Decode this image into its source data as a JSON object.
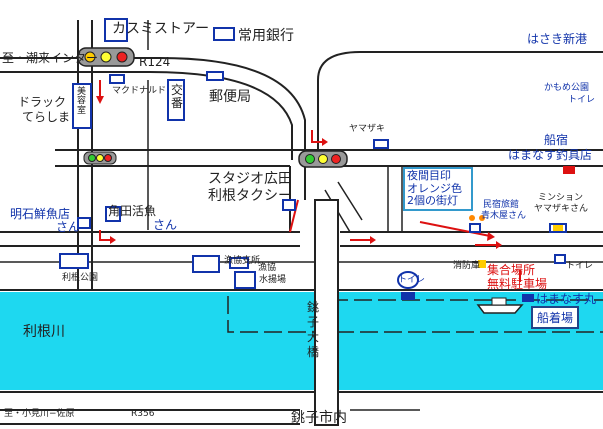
{
  "map": {
    "labels": {
      "kasumi_store": "カスミストアー",
      "joyo_bank": "常用銀行",
      "hasaki_port": "はさき新港",
      "to_itako": "至・潮来インター",
      "route124": "R124",
      "mcdonalds": "マクドナルド",
      "koban": "交番",
      "post_office": "郵便局",
      "drugstore_1": "ドラック",
      "drugstore_2": "てらしま",
      "beauty_salon": "美容室",
      "kamome_park_1": "かもめ公園",
      "kamome_park_2": "トイレ",
      "yamazaki": "ヤマザキ",
      "funayado_1": "船宿",
      "funayado_2": "はまなす釣具店",
      "studio_1": "スタジオ広田",
      "studio_2": "利根タクシー",
      "akashi_1": "明石鮮魚店",
      "akashi_2": "さん",
      "tsunoda_1": "角田活魚",
      "tsunoda_2": "さん",
      "minshuku_1": "民宿旅館",
      "minshuku_2": "青木屋さん",
      "mansion_1": "ミンション",
      "mansion_2": "ヤマザキさん",
      "fishery_branch": "漁協支所",
      "gyokyo_1": "漁協",
      "gyokyo_2": "水揚場",
      "tone_park": "利根公園",
      "fire_station": "消防庫",
      "toilet_1": "トイレ",
      "toilet_2": "トイレ",
      "meeting_1": "集合場所",
      "meeting_2": "無料駐車場",
      "boat": "はまなす丸",
      "dock": "船着場",
      "tone_river": "利根川",
      "bridge": "銚子大橋",
      "to_sawara": "至・小見川−佐原",
      "route356": "R356",
      "to_choshi": "銚子市内"
    },
    "night_note": [
      "夜間目印",
      "オレンジ色",
      "2個の街灯"
    ],
    "colors": {
      "river": "#1ed8f0",
      "road": "#222222",
      "highlight": "#dd1111",
      "label_blue": "#1133aa"
    }
  }
}
